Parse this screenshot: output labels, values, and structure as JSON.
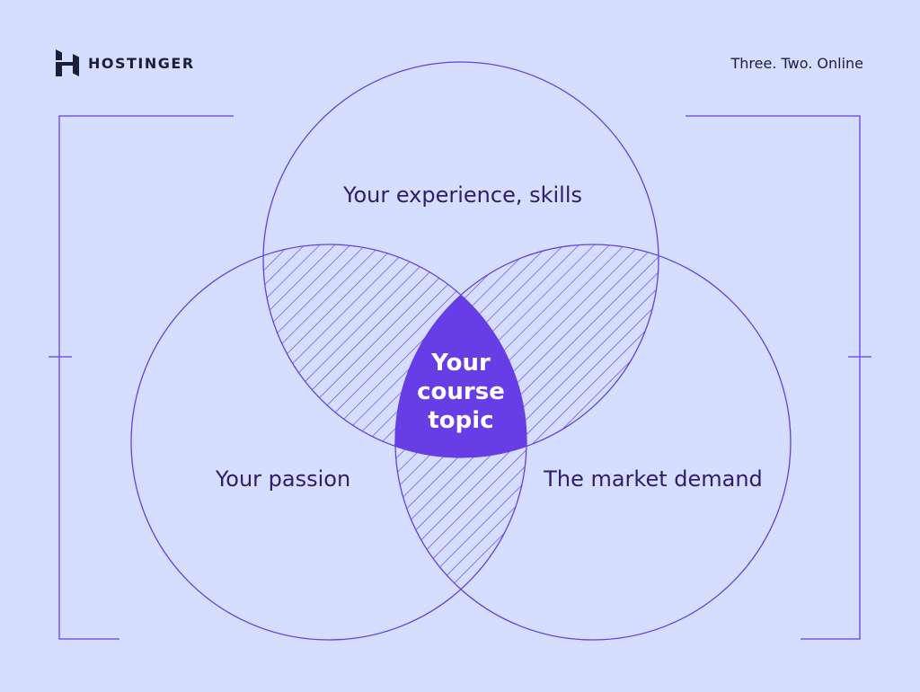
{
  "brand": {
    "name": "HOSTINGER",
    "tagline": "Three. Two. Online"
  },
  "venn": {
    "sets": [
      {
        "label": "Your experience, skills"
      },
      {
        "label": "Your passion"
      },
      {
        "label": "The market demand"
      }
    ],
    "intersection_label": "Your course topic"
  },
  "colors": {
    "background": "#d6deff",
    "stroke": "#673de6",
    "center_fill": "#673de6",
    "label_text": "#2f1c6a",
    "logo": "#1d1e35"
  }
}
